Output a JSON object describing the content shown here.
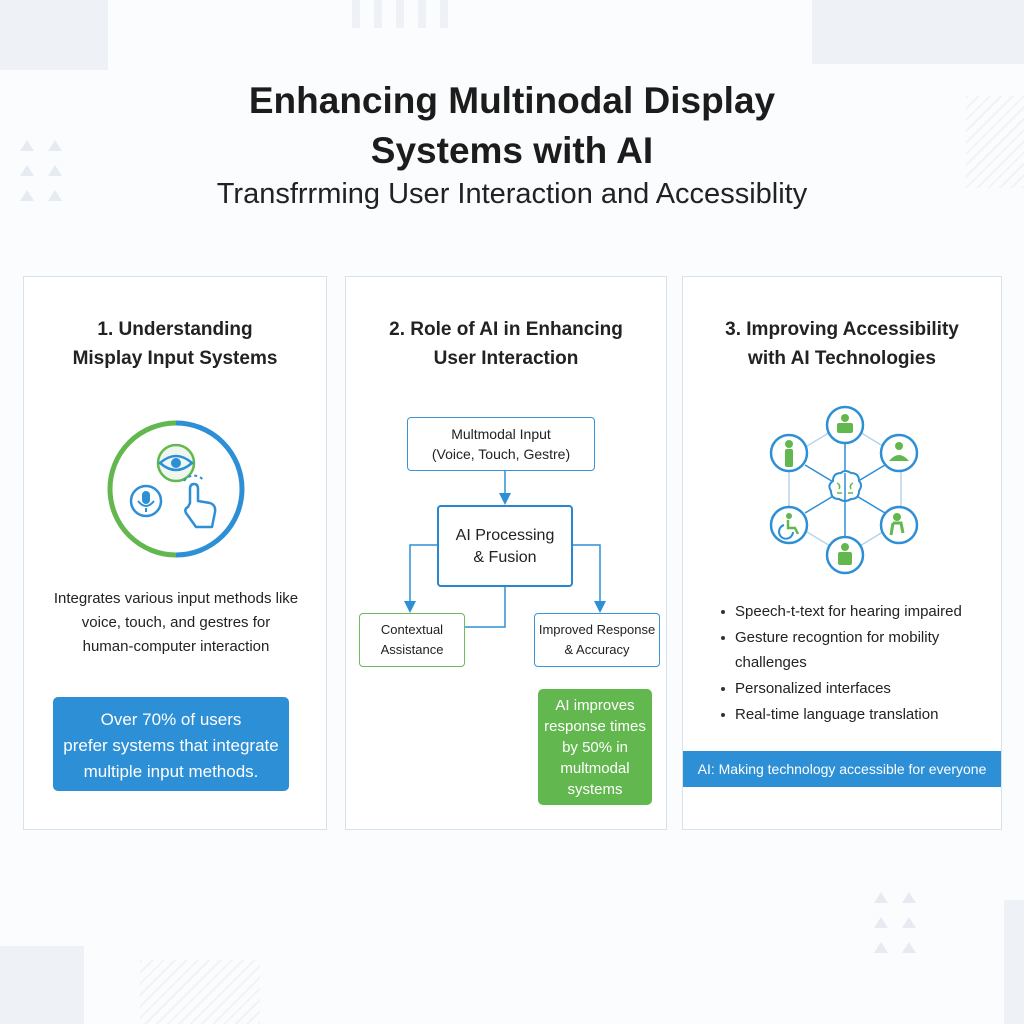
{
  "header": {
    "title_line1": "Enhancing Multinodal Display",
    "title_line2": "Systems with AI",
    "subtitle": "Transfrrming User Interaction and Accessiblity"
  },
  "panel1": {
    "title_line1": "1. Understanding",
    "title_line2": "Misplay Input Systems",
    "desc_line1": "Integrates various input methods like",
    "desc_line2": "voice, touch, and gestres for",
    "desc_line3": "human-computer interaction",
    "stat_line1": "Over 70% of users",
    "stat_line2": "prefer systems that integrate",
    "stat_line3": "multiple input methods."
  },
  "panel2": {
    "title_line1": "2. Role of AI in Enhancing",
    "title_line2": "User Interaction",
    "input_line1": "Multmodal Input",
    "input_line2": "(Voice, Touch, Gestre)",
    "proc_line1": "AI Processing",
    "proc_line2": "& Fusion",
    "ctx_line1": "Contextual",
    "ctx_line2": "Assistance",
    "imp_line1": "Improved Response",
    "imp_line2": "& Accuracy",
    "stat_line1": "AI improves",
    "stat_line2": "response times",
    "stat_line3": "by 50% in",
    "stat_line4": "multmodal",
    "stat_line5": "systems"
  },
  "panel3": {
    "title_line1": "3. Improving Accessibility",
    "title_line2": "with AI Technologies",
    "bullets": [
      "Speech-t-text for hearing impaired",
      "Gesture recogntion for mobility",
      "challenges",
      "Personalized interfaces",
      "Real-time language translation"
    ],
    "banner": "AI: Making technology accessible for everyone"
  },
  "colors": {
    "blue": "#2d8fd6",
    "green": "#62b84e",
    "border": "#d9e2ec"
  },
  "icons": {
    "panel1": [
      "eye-icon",
      "microphone-icon",
      "touch-hand-icon"
    ],
    "panel3": [
      "brain-icon",
      "person-icon",
      "wheelchair-icon",
      "meditation-icon",
      "mobility-icon",
      "user-icon"
    ]
  }
}
